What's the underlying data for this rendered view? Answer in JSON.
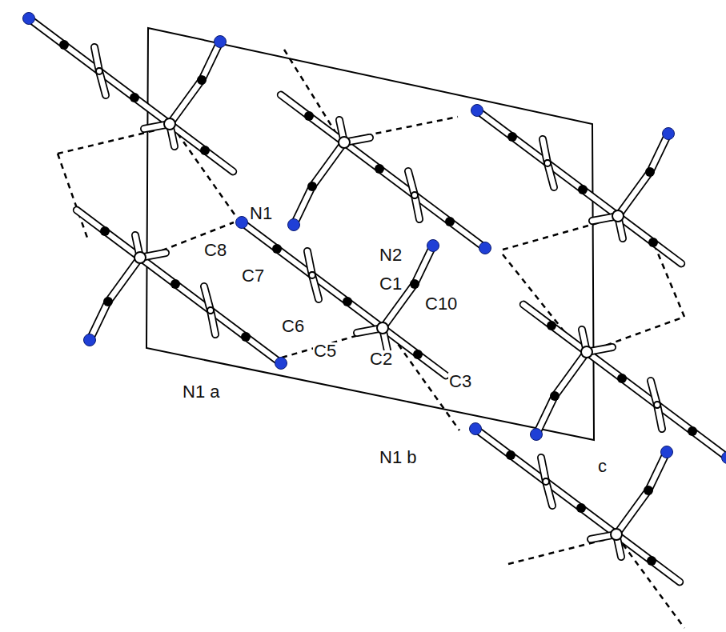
{
  "diagram": {
    "labels": [
      "N1",
      "C8",
      "C7",
      "N2",
      "C1",
      "C10",
      "C6",
      "C5",
      "C2",
      "C3",
      "N1 a",
      "N1 b",
      "c"
    ]
  }
}
